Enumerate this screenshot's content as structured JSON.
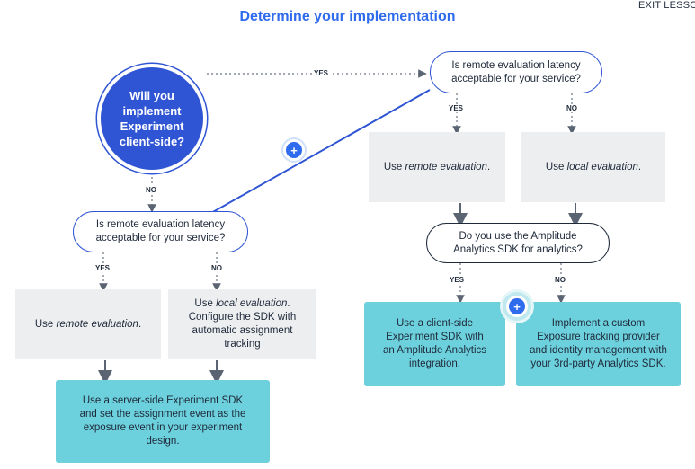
{
  "header": {
    "title": "Determine your implementation",
    "exit_label": "EXIT LESSO"
  },
  "nodes": {
    "start": [
      "Will you",
      "implement",
      "Experiment",
      "client-side?"
    ],
    "q_top": [
      "Is remote evaluation latency",
      "acceptable for your service?"
    ],
    "q_left": [
      "Is remote evaluation latency",
      "acceptable for your service?"
    ],
    "q_analytics": [
      "Do you use the Amplitude",
      "Analytics SDK for analytics?"
    ],
    "remote_top": {
      "prefix": "Use ",
      "em": "remote evaluation",
      "suffix": "."
    },
    "local_top": {
      "prefix": "Use ",
      "em": "local evaluation",
      "suffix": "."
    },
    "remote_left": {
      "prefix": "Use ",
      "em": "remote evaluation",
      "suffix": "."
    },
    "local_left": {
      "prefix": "Use ",
      "em": "local evaluation",
      "suffix": ".",
      "rest": [
        "Configure the SDK with",
        "automatic assignment",
        "tracking"
      ]
    },
    "server_sdk": [
      "Use a server-side Experiment SDK",
      "and set the assignment event as the",
      "exposure event in your experiment",
      "design."
    ],
    "client_sdk": [
      "Use a client-side",
      "Experiment SDK with",
      "an Amplitude Analytics",
      "integration."
    ],
    "custom": [
      "Implement a custom",
      "Exposure tracking provider",
      "and identity management with",
      "your 3rd-party Analytics SDK."
    ]
  },
  "labels": {
    "yes_top": "YES",
    "no_start": "NO",
    "yes_q_top": "YES",
    "no_q_top": "NO",
    "yes_q_left": "YES",
    "no_q_left": "NO",
    "yes_analytics": "YES",
    "no_analytics": "NO"
  },
  "hotspots": {
    "plus_1": "+",
    "plus_2": "+"
  },
  "colors": {
    "accent": "#2f6bed",
    "circle": "#2f55d4",
    "teal": "#6cd0dd",
    "gray": "#eceef0"
  }
}
